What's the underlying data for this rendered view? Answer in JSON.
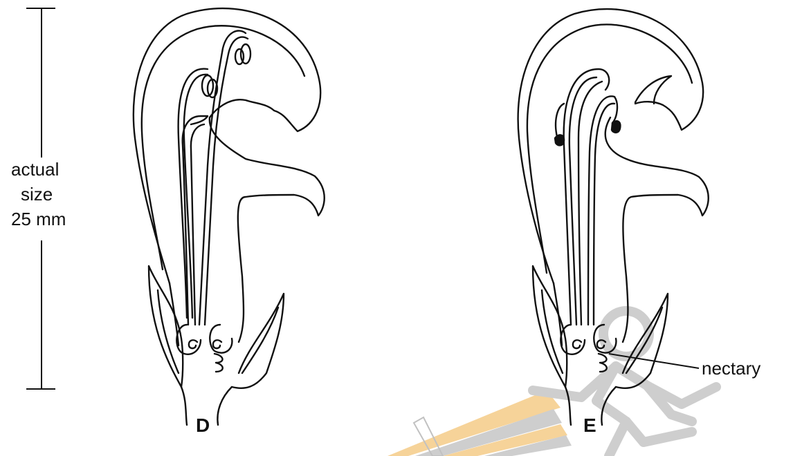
{
  "scale_bar": {
    "line1": "actual",
    "line2": "size",
    "line3": "25 mm"
  },
  "flower_d": {
    "caption": "D"
  },
  "flower_e": {
    "caption": "E",
    "callout": "nectary"
  },
  "colors": {
    "ink": "#111111",
    "watermark_grey": "#c9c9c9",
    "watermark_orange": "#f6cf8f"
  }
}
